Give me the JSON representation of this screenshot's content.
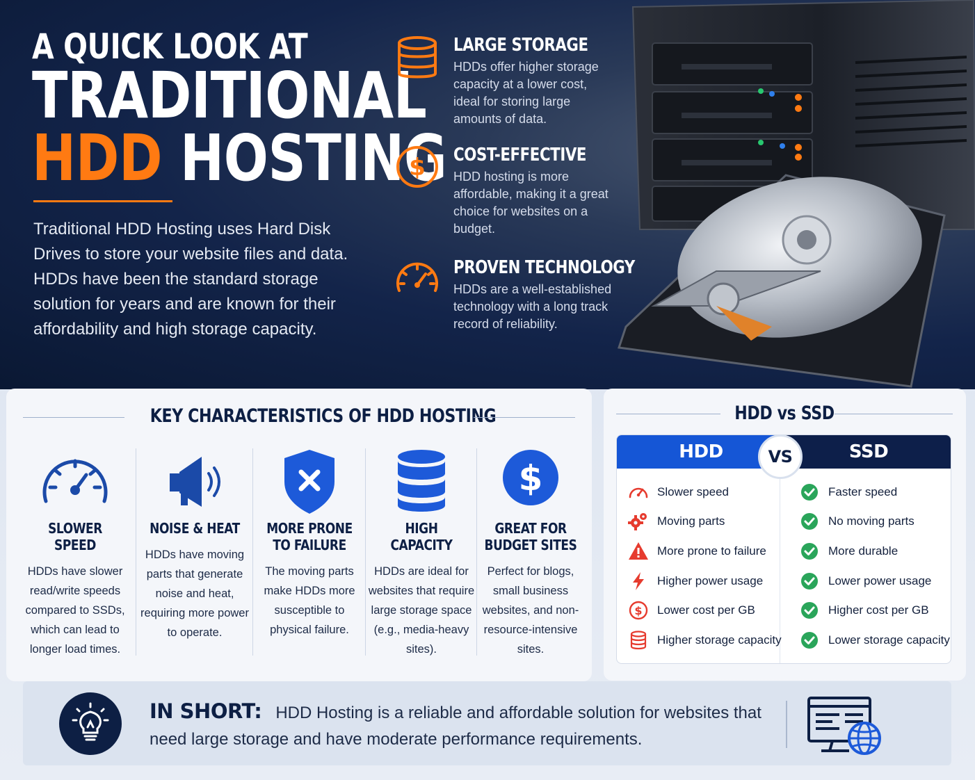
{
  "hero": {
    "pre_title": "A QUICK LOOK AT",
    "title_line": "TRADITIONAL",
    "title_accent": "HDD",
    "title_end": "HOSTING",
    "description": "Traditional HDD Hosting uses Hard Disk Drives to store your website files and data. HDDs have been the standard storage solution for years and are known for their affordability and high storage capacity.",
    "accent_color": "#ff7a12"
  },
  "features": [
    {
      "icon": "database-icon",
      "title": "LARGE STORAGE",
      "description": "HDDs offer higher storage capacity at a lower cost, ideal for storing large amounts of data."
    },
    {
      "icon": "dollar-icon",
      "title": "COST-EFFECTIVE",
      "description": "HDD hosting is more affordable, making it a great choice for websites on a budget."
    },
    {
      "icon": "gauge-icon",
      "title": "PROVEN TECHNOLOGY",
      "description": "HDDs are a well-established technology with a long track record of reliability."
    }
  ],
  "characteristics": {
    "title": "KEY CHARACTERISTICS OF HDD HOSTING",
    "items": [
      {
        "icon": "speedometer-icon",
        "title": "SLOWER SPEED",
        "description": "HDDs have slower read/write speeds compared to SSDs, which can lead to longer load times."
      },
      {
        "icon": "speaker-icon",
        "title": "NOISE & HEAT",
        "description": "HDDs have moving parts that generate noise and heat, requiring more power to operate."
      },
      {
        "icon": "shield-x-icon",
        "title": "MORE PRONE TO FAILURE",
        "description": "The moving parts make HDDs more susceptible to physical failure."
      },
      {
        "icon": "database-icon",
        "title": "HIGH CAPACITY",
        "description": "HDDs are ideal for websites that require large storage space (e.g., media-heavy sites)."
      },
      {
        "icon": "dollar-circle-icon",
        "title": "GREAT FOR BUDGET SITES",
        "description": "Perfect for blogs, small business websites, and non-resource-intensive sites."
      }
    ]
  },
  "comparison": {
    "title": "HDD vs SSD",
    "hdd_label": "HDD",
    "ssd_label": "SSD",
    "vs_label": "VS",
    "hdd_items": [
      {
        "icon": "gauge-icon",
        "text": "Slower speed"
      },
      {
        "icon": "gears-icon",
        "text": "Moving parts"
      },
      {
        "icon": "warning-icon",
        "text": "More prone to failure"
      },
      {
        "icon": "lightning-icon",
        "text": "Higher power usage"
      },
      {
        "icon": "dollar-icon",
        "text": "Lower cost per GB"
      },
      {
        "icon": "database-icon",
        "text": "Higher storage capacity"
      }
    ],
    "ssd_items": [
      {
        "icon": "check-icon",
        "text": "Faster speed"
      },
      {
        "icon": "check-icon",
        "text": "No moving parts"
      },
      {
        "icon": "check-icon",
        "text": "More durable"
      },
      {
        "icon": "check-icon",
        "text": "Lower power usage"
      },
      {
        "icon": "check-icon",
        "text": "Higher cost per GB"
      },
      {
        "icon": "check-icon",
        "text": "Lower storage capacity"
      }
    ],
    "hdd_color": "#1556d6",
    "ssd_color": "#0d1f4a",
    "check_color": "#2aa55a",
    "hdd_icon_color": "#e63b2e"
  },
  "summary": {
    "label": "IN SHORT:",
    "text": "HDD Hosting is a reliable and affordable solution for websites that need large storage and have moderate performance requirements."
  }
}
